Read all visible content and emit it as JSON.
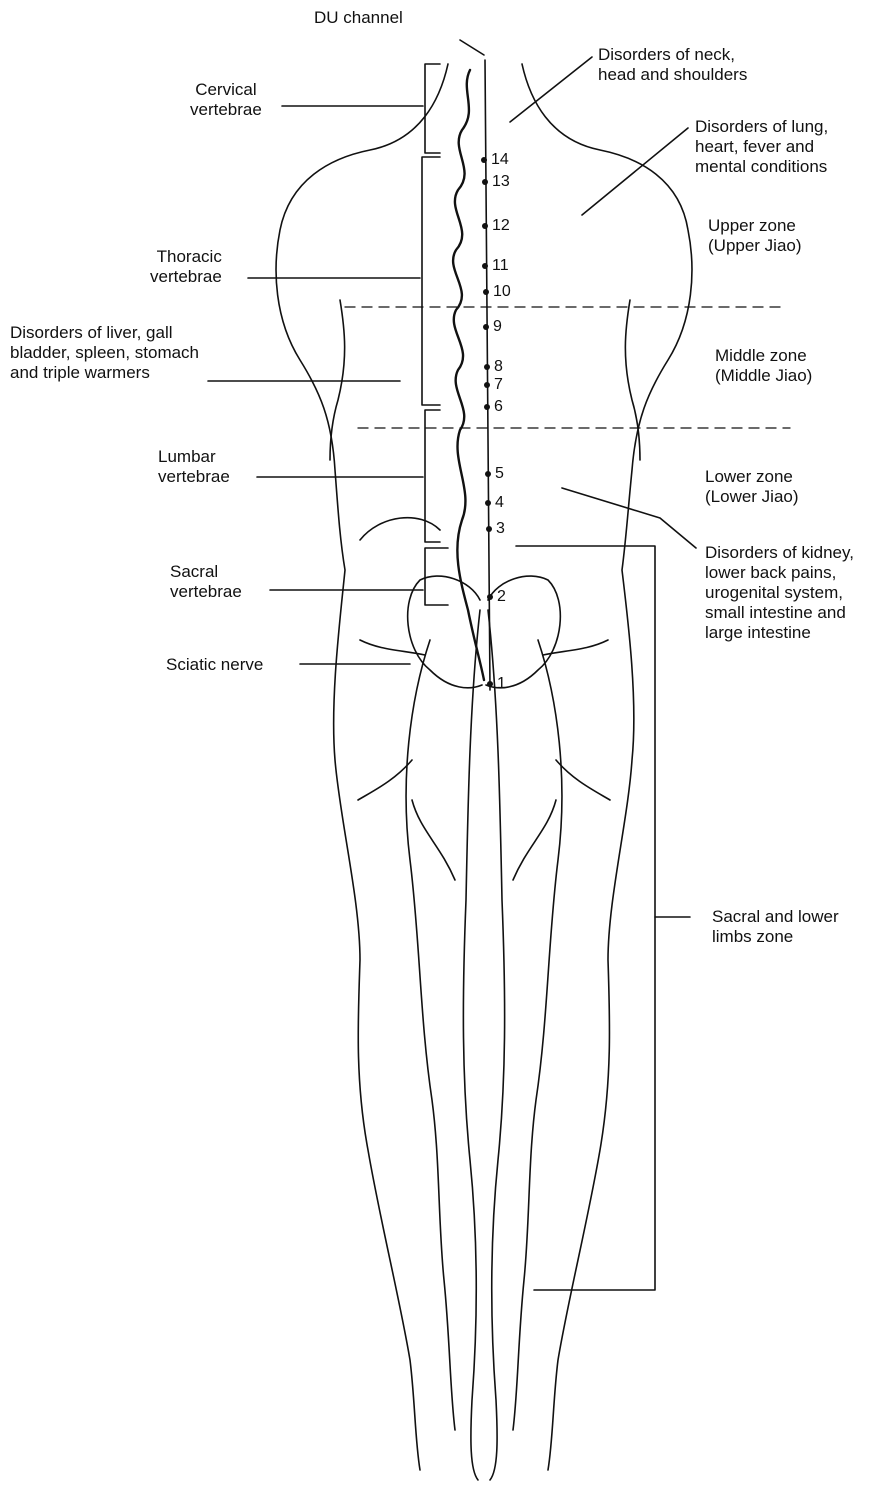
{
  "labels": {
    "du_channel": "DU channel",
    "cervical": [
      "Cervical",
      "vertebrae"
    ],
    "thoracic": [
      "Thoracic",
      "vertebrae"
    ],
    "lumbar": [
      "Lumbar",
      "vertebrae"
    ],
    "sacral": [
      "Sacral",
      "vertebrae"
    ],
    "sciatic": "Sciatic nerve",
    "liver": [
      "Disorders of liver, gall",
      "bladder, spleen, stomach",
      "and triple warmers"
    ],
    "neck": [
      "Disorders of neck,",
      "head and shoulders"
    ],
    "lung": [
      "Disorders of lung,",
      "heart, fever and",
      "mental conditions"
    ],
    "upper_zone": [
      "Upper zone",
      "(Upper Jiao)"
    ],
    "middle_zone": [
      "Middle zone",
      "(Middle Jiao)"
    ],
    "lower_zone": [
      "Lower zone",
      "(Lower Jiao)"
    ],
    "kidney": [
      "Disorders of kidney,",
      "lower back pains,",
      "urogenital system,",
      "small intestine and",
      "large intestine"
    ],
    "limbs_zone": [
      "Sacral and lower",
      "limbs zone"
    ]
  },
  "points": [
    "14",
    "13",
    "12",
    "11",
    "10",
    "9",
    "8",
    "7",
    "6",
    "5",
    "4",
    "3",
    "2",
    "1"
  ]
}
